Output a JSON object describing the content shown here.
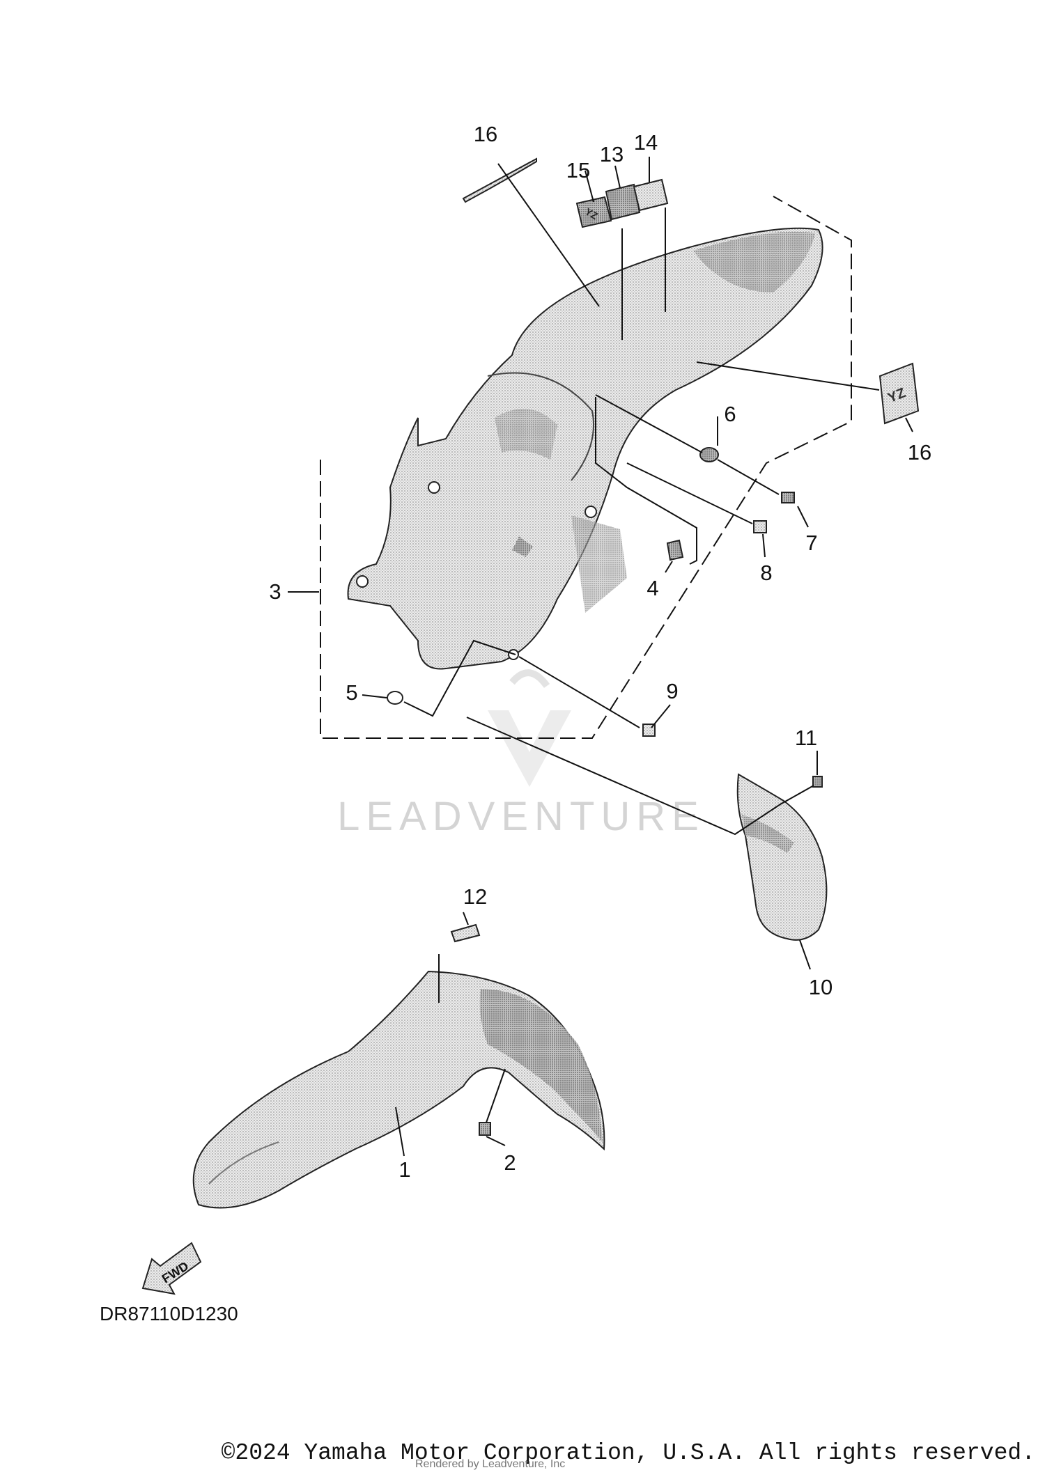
{
  "callouts": {
    "c1": "1",
    "c2": "2",
    "c3": "3",
    "c4": "4",
    "c5": "5",
    "c6": "6",
    "c7": "7",
    "c8": "8",
    "c9": "9",
    "c10": "10",
    "c11": "11",
    "c12": "12",
    "c13": "13",
    "c14": "14",
    "c15": "15",
    "c16a": "16",
    "c16b": "16"
  },
  "arrow_label": "FWD",
  "diagram_code": "DR87110D1230",
  "watermark": "LEADVENTURE",
  "footer": {
    "copyright": "©2024 Yamaha Motor Corporation, U.S.A. All rights reserved.",
    "rendered_by": "Rendered by Leadventure, Inc"
  }
}
